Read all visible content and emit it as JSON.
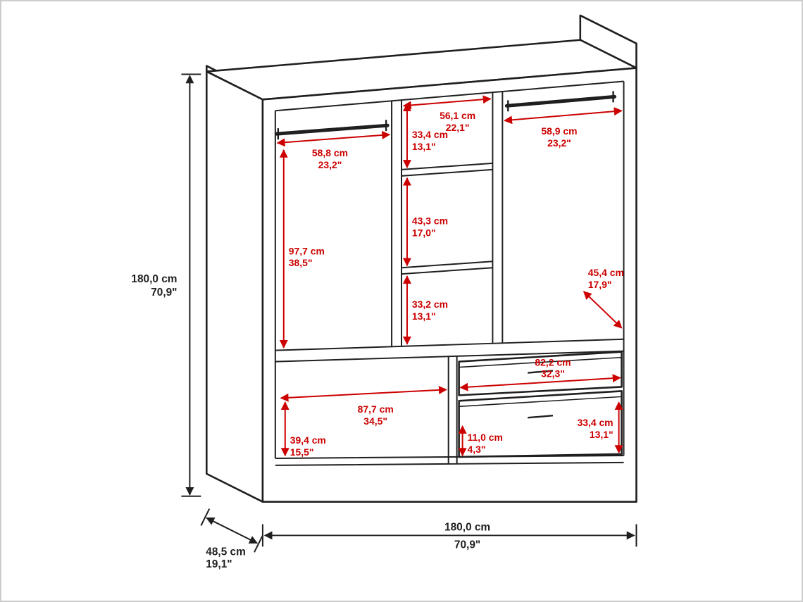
{
  "colors": {
    "accent": "#cc0000",
    "line": "#1f1f1f",
    "bg": "#ffffff",
    "border": "#cdcdcd"
  },
  "overall_dimensions": {
    "height": {
      "cm": "180,0 cm",
      "inches": "70,9\""
    },
    "width": {
      "cm": "180,0 cm",
      "inches": "70,9\""
    },
    "depth": {
      "cm": "48,5 cm",
      "inches": "19,1\""
    }
  },
  "interior_dimensions": {
    "left_rod_width": {
      "cm": "58,8 cm",
      "inches": "23,2\""
    },
    "middle_top_width": {
      "cm": "56,1 cm",
      "inches": "22,1\""
    },
    "right_rod_width": {
      "cm": "58,9 cm",
      "inches": "23,2\""
    },
    "middle_upper_shelf_height": {
      "cm": "33,4 cm",
      "inches": "13,1\""
    },
    "middle_center_shelf_height": {
      "cm": "43,3 cm",
      "inches": "17,0\""
    },
    "middle_lower_shelf_height": {
      "cm": "33,2 cm",
      "inches": "13,1\""
    },
    "left_hanging_height": {
      "cm": "97,7 cm",
      "inches": "38,5\""
    },
    "right_compartment_depth": {
      "cm": "45,4 cm",
      "inches": "17,9\""
    },
    "top_drawer_width": {
      "cm": "82,2 cm",
      "inches": "32,3\""
    },
    "lower_left_width": {
      "cm": "87,7 cm",
      "inches": "34,5\""
    },
    "drawer_front_height": {
      "cm": "33,4 cm",
      "inches": "13,1\""
    },
    "lower_left_height": {
      "cm": "39,4 cm",
      "inches": "15,5\""
    },
    "drawer_inner_height": {
      "cm": "11,0 cm",
      "inches": "4,3\""
    }
  }
}
